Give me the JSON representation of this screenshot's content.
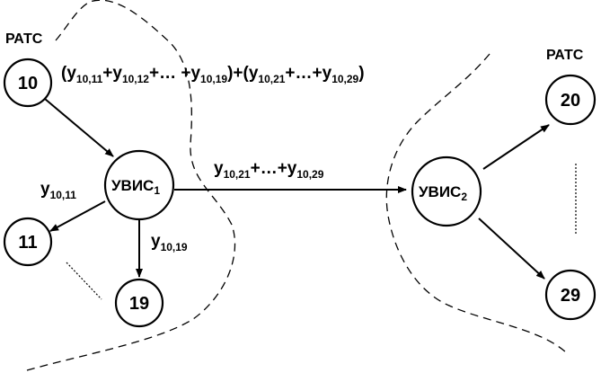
{
  "labels": {
    "ratc_left": "РАТС",
    "ratc_right": "РАТС"
  },
  "nodes": {
    "n10": "10",
    "n11": "11",
    "n19": "19",
    "n20": "20",
    "n29": "29",
    "hub1_main": "УВИС",
    "hub1_sub": "1",
    "hub2_main": "УВИС",
    "hub2_sub": "2"
  },
  "flow_top": {
    "p1": "(y",
    "s1": "10,11",
    "p2": "+y",
    "s2": "10,12",
    "p3": "+… +y",
    "s3": "10,19",
    "p4": ")+(y",
    "s4": "10,21",
    "p5": "+…+y",
    "s5": "10,29",
    "p6": ")"
  },
  "flow_mid": {
    "p1": "y",
    "s1": "10,21",
    "p2": "+…+y",
    "s2": "10,29"
  },
  "edge_11": {
    "p": "y",
    "s": "10,11"
  },
  "edge_19": {
    "p": "y",
    "s": "10,19"
  }
}
